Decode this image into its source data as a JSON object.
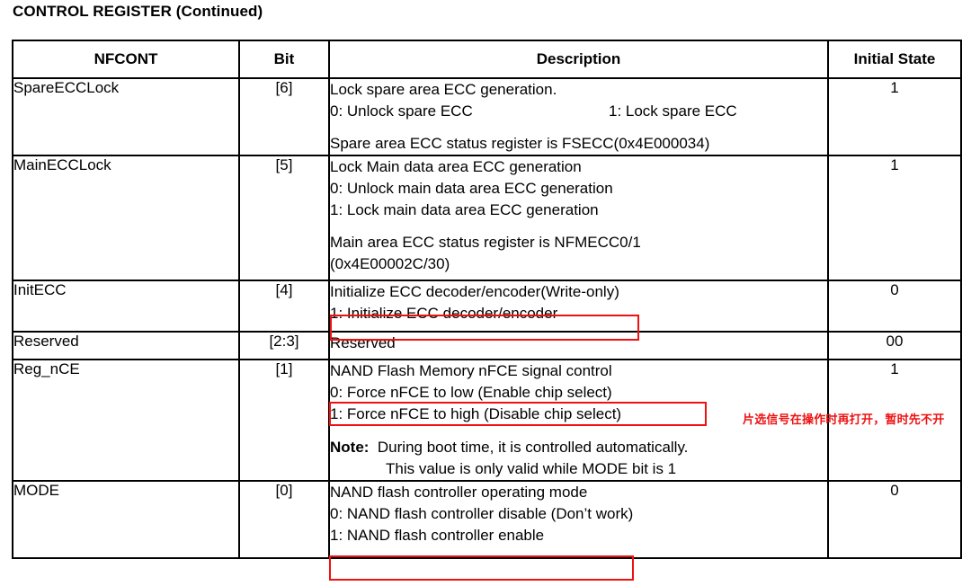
{
  "page_title": "CONTROL REGISTER (Continued)",
  "table": {
    "headers": [
      "NFCONT",
      "Bit",
      "Description",
      "Initial State"
    ],
    "rows": [
      {
        "name": "SpareECCLock",
        "bit": "[6]",
        "initial_state": "1",
        "desc_line1": "Lock spare area ECC generation.",
        "desc_opt0": "0: Unlock spare ECC",
        "desc_opt1": "1: Lock spare ECC",
        "desc_line3": "Spare area ECC status register is FSECC(0x4E000034)"
      },
      {
        "name": "MainECCLock",
        "bit": "[5]",
        "initial_state": "1",
        "desc_line1": "Lock Main data area ECC generation",
        "desc_line2": "0: Unlock main data area ECC generation",
        "desc_line3": "1: Lock main data area ECC generation",
        "desc_line4": "Main area ECC status register is NFMECC0/1",
        "desc_line5": "(0x4E00002C/30)"
      },
      {
        "name": "InitECC",
        "bit": "[4]",
        "initial_state": "0",
        "desc_line1": "Initialize ECC decoder/encoder(Write-only)",
        "desc_line2": "1: Initialize ECC decoder/encoder"
      },
      {
        "name": "Reserved",
        "bit": "[2:3]",
        "initial_state": "00",
        "desc_line1": "Reserved"
      },
      {
        "name": "Reg_nCE",
        "bit": "[1]",
        "initial_state": "1",
        "desc_line1": "NAND Flash Memory nFCE signal control",
        "desc_line2": "0: Force nFCE to low (Enable chip select)",
        "desc_line3": "1: Force nFCE to high (Disable chip select)",
        "note_label": "Note:",
        "note_line1": "During boot time, it is controlled automatically.",
        "note_line2": "This value is only valid while MODE bit is 1"
      },
      {
        "name": "MODE",
        "bit": "[0]",
        "initial_state": "0",
        "desc_line1": "NAND flash controller operating mode",
        "desc_line2": "0: NAND flash controller disable (Don’t work)",
        "desc_line3": "1: NAND flash controller enable"
      }
    ]
  },
  "annotations": {
    "highlight_color": "#ee1111",
    "chinese_note": "片选信号在操作时再打开，暂时先不开",
    "boxed_items": [
      "1: Initialize ECC decoder/encoder",
      "0: Force nFCE to low (Enable chip select)",
      "1: NAND flash controller enable"
    ]
  }
}
